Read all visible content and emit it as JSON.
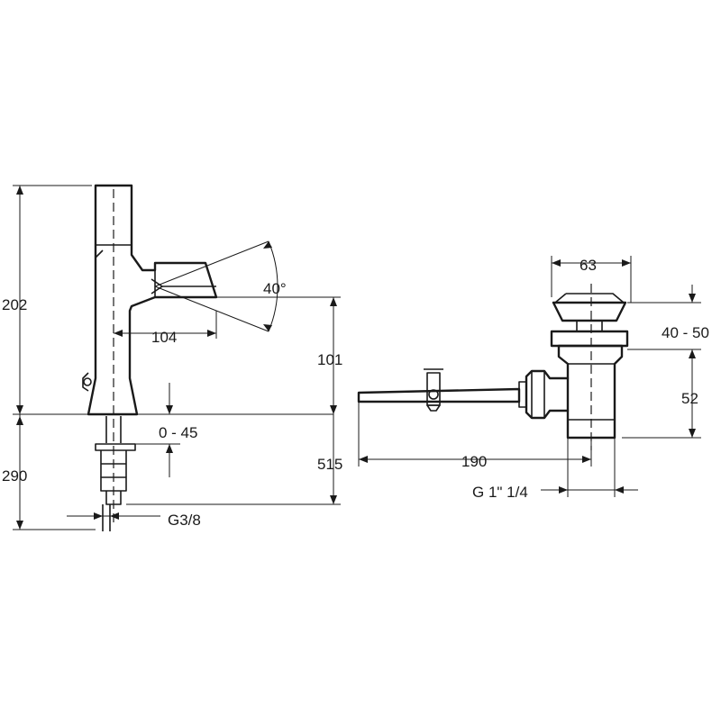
{
  "dimensions": {
    "tap_height": "202",
    "below_deck": "290",
    "spout_reach": "104",
    "lever_angle": "40°",
    "spout_height": "101",
    "deck_thickness": "0 - 45",
    "supply_length": "515",
    "supply_thread": "G3/8",
    "waste_width": "63",
    "plug_lift": "40 - 50",
    "waste_body": "52",
    "rod_length": "190",
    "waste_thread": "G 1\" 1/4"
  }
}
